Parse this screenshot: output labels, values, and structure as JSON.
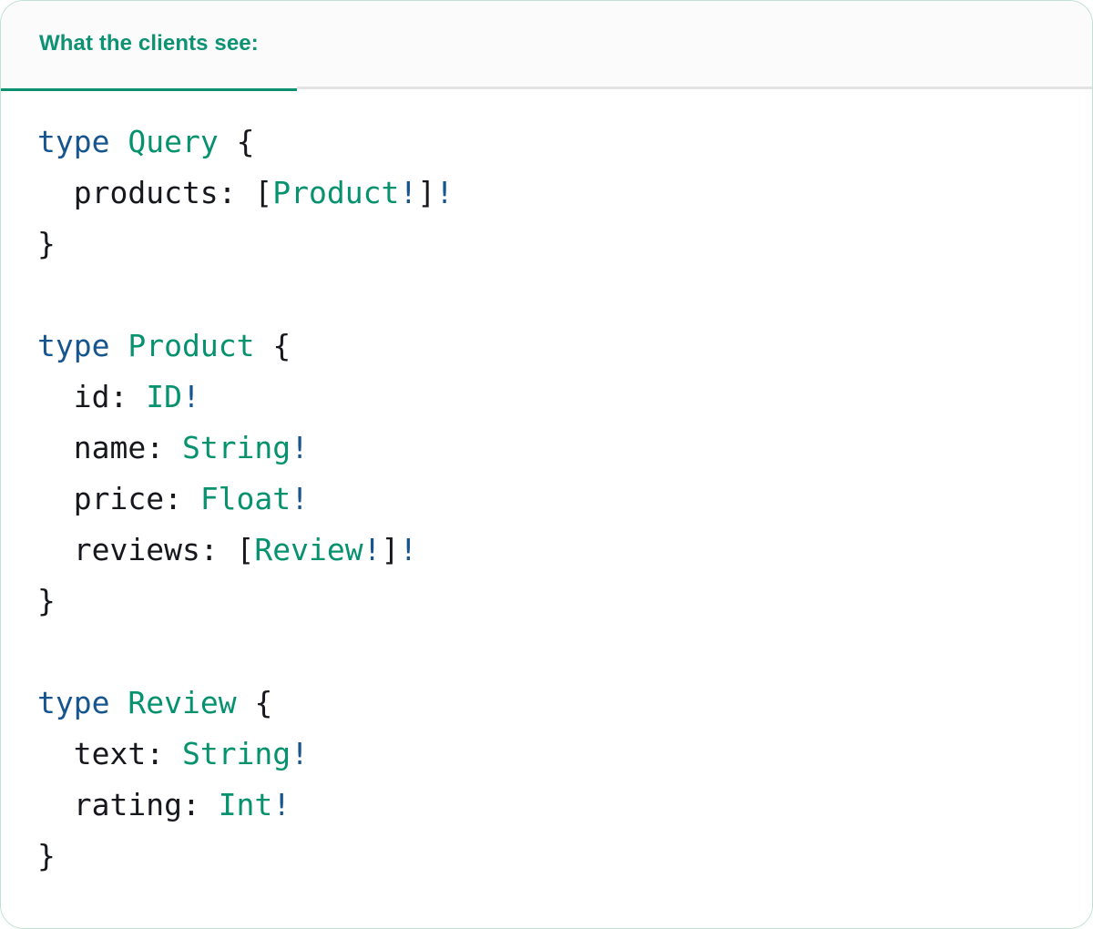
{
  "colors": {
    "accent_green": "#0d9273",
    "tab_underline": "#0c9072",
    "card_border": "#bfe0d2",
    "header_bg": "#fbfbfb",
    "body_bg": "#ffffff",
    "divider": "#e3e3e5",
    "keyword_blue": "#17558f",
    "type_green": "#07926f",
    "text_black": "#16181d"
  },
  "header": {
    "tabs": [
      {
        "label": "What the clients see:",
        "active": true
      }
    ]
  },
  "code": {
    "language": "graphql",
    "lines": [
      {
        "tokens": [
          {
            "text": "type",
            "kind": "keyword"
          },
          {
            "text": " ",
            "kind": "plain"
          },
          {
            "text": "Query",
            "kind": "type"
          },
          {
            "text": " ",
            "kind": "plain"
          },
          {
            "text": "{",
            "kind": "punct"
          }
        ]
      },
      {
        "tokens": [
          {
            "text": "  products: ",
            "kind": "field"
          },
          {
            "text": "[",
            "kind": "punct"
          },
          {
            "text": "Product",
            "kind": "type"
          },
          {
            "text": "!",
            "kind": "bang"
          },
          {
            "text": "]",
            "kind": "punct"
          },
          {
            "text": "!",
            "kind": "bang"
          }
        ]
      },
      {
        "tokens": [
          {
            "text": "}",
            "kind": "punct"
          }
        ]
      },
      {
        "tokens": []
      },
      {
        "tokens": [
          {
            "text": "type",
            "kind": "keyword"
          },
          {
            "text": " ",
            "kind": "plain"
          },
          {
            "text": "Product",
            "kind": "type"
          },
          {
            "text": " ",
            "kind": "plain"
          },
          {
            "text": "{",
            "kind": "punct"
          }
        ]
      },
      {
        "tokens": [
          {
            "text": "  id: ",
            "kind": "field"
          },
          {
            "text": "ID",
            "kind": "type"
          },
          {
            "text": "!",
            "kind": "bang"
          }
        ]
      },
      {
        "tokens": [
          {
            "text": "  name: ",
            "kind": "field"
          },
          {
            "text": "String",
            "kind": "type"
          },
          {
            "text": "!",
            "kind": "bang"
          }
        ]
      },
      {
        "tokens": [
          {
            "text": "  price: ",
            "kind": "field"
          },
          {
            "text": "Float",
            "kind": "type"
          },
          {
            "text": "!",
            "kind": "bang"
          }
        ]
      },
      {
        "tokens": [
          {
            "text": "  reviews: ",
            "kind": "field"
          },
          {
            "text": "[",
            "kind": "punct"
          },
          {
            "text": "Review",
            "kind": "type"
          },
          {
            "text": "!",
            "kind": "bang"
          },
          {
            "text": "]",
            "kind": "punct"
          },
          {
            "text": "!",
            "kind": "bang"
          }
        ]
      },
      {
        "tokens": [
          {
            "text": "}",
            "kind": "punct"
          }
        ]
      },
      {
        "tokens": []
      },
      {
        "tokens": [
          {
            "text": "type",
            "kind": "keyword"
          },
          {
            "text": " ",
            "kind": "plain"
          },
          {
            "text": "Review",
            "kind": "type"
          },
          {
            "text": " ",
            "kind": "plain"
          },
          {
            "text": "{",
            "kind": "punct"
          }
        ]
      },
      {
        "tokens": [
          {
            "text": "  text: ",
            "kind": "field"
          },
          {
            "text": "String",
            "kind": "type"
          },
          {
            "text": "!",
            "kind": "bang"
          }
        ]
      },
      {
        "tokens": [
          {
            "text": "  rating: ",
            "kind": "field"
          },
          {
            "text": "Int",
            "kind": "type"
          },
          {
            "text": "!",
            "kind": "bang"
          }
        ]
      },
      {
        "tokens": [
          {
            "text": "}",
            "kind": "punct"
          }
        ]
      }
    ],
    "plain_text": "type Query {\n  products: [Product!]!\n}\n\ntype Product {\n  id: ID!\n  name: String!\n  price: Float!\n  reviews: [Review!]!\n}\n\ntype Review {\n  text: String!\n  rating: Int!\n}"
  }
}
